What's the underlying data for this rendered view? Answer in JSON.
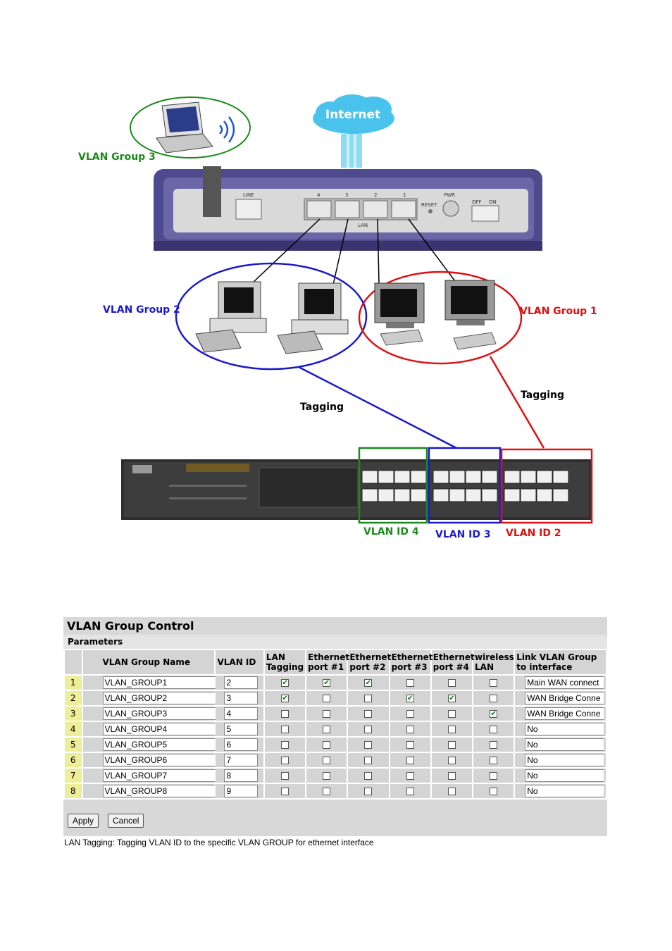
{
  "diagram": {
    "internet": "Internet",
    "line_label": "LINE",
    "lan_label": "LAN",
    "port_labels": [
      "4",
      "3",
      "2",
      "1"
    ],
    "pwr": "PWR",
    "reset": "RESET",
    "off": "OFF",
    "on": "ON",
    "group1": "VLAN Group 1",
    "group2": "VLAN Group 2",
    "group3": "VLAN Group 3",
    "tagging_left": "Tagging",
    "tagging_right": "Tagging",
    "vid4": "VLAN ID 4",
    "vid3": "VLAN ID 3",
    "vid2": "VLAN ID 2",
    "colors": {
      "green": "#1a8a1a",
      "blue": "#1a1acc",
      "red": "#dd1111"
    }
  },
  "panel": {
    "title": "VLAN Group Control",
    "parameters": "Parameters",
    "headers": {
      "name": "VLAN Group Name",
      "vid": "VLAN ID",
      "lan_tag": "LAN Tagging",
      "eth1": "Ethernet port #1",
      "eth2": "Ethernet port #2",
      "eth3": "Ethernet port #3",
      "eth4": "Ethernet port #4",
      "wlan": "wireless LAN",
      "link": "Link VLAN Group to interface"
    },
    "rows": [
      {
        "idx": "1",
        "name": "VLAN_GROUP1",
        "vid": "2",
        "checks": [
          true,
          true,
          true,
          false,
          false,
          false
        ],
        "link": "Main WAN connect"
      },
      {
        "idx": "2",
        "name": "VLAN_GROUP2",
        "vid": "3",
        "checks": [
          true,
          false,
          false,
          true,
          true,
          false
        ],
        "link": "WAN Bridge Conne"
      },
      {
        "idx": "3",
        "name": "VLAN_GROUP3",
        "vid": "4",
        "checks": [
          false,
          false,
          false,
          false,
          false,
          true
        ],
        "link": "WAN Bridge Conne"
      },
      {
        "idx": "4",
        "name": "VLAN_GROUP4",
        "vid": "5",
        "checks": [
          false,
          false,
          false,
          false,
          false,
          false
        ],
        "link": "No"
      },
      {
        "idx": "5",
        "name": "VLAN_GROUP5",
        "vid": "6",
        "checks": [
          false,
          false,
          false,
          false,
          false,
          false
        ],
        "link": "No"
      },
      {
        "idx": "6",
        "name": "VLAN_GROUP6",
        "vid": "7",
        "checks": [
          false,
          false,
          false,
          false,
          false,
          false
        ],
        "link": "No"
      },
      {
        "idx": "7",
        "name": "VLAN_GROUP7",
        "vid": "8",
        "checks": [
          false,
          false,
          false,
          false,
          false,
          false
        ],
        "link": "No"
      },
      {
        "idx": "8",
        "name": "VLAN_GROUP8",
        "vid": "9",
        "checks": [
          false,
          false,
          false,
          false,
          false,
          false
        ],
        "link": "No"
      }
    ],
    "apply": "Apply",
    "cancel": "Cancel",
    "note": "LAN Tagging: Tagging VLAN ID to the specific VLAN GROUP for ethernet interface"
  }
}
